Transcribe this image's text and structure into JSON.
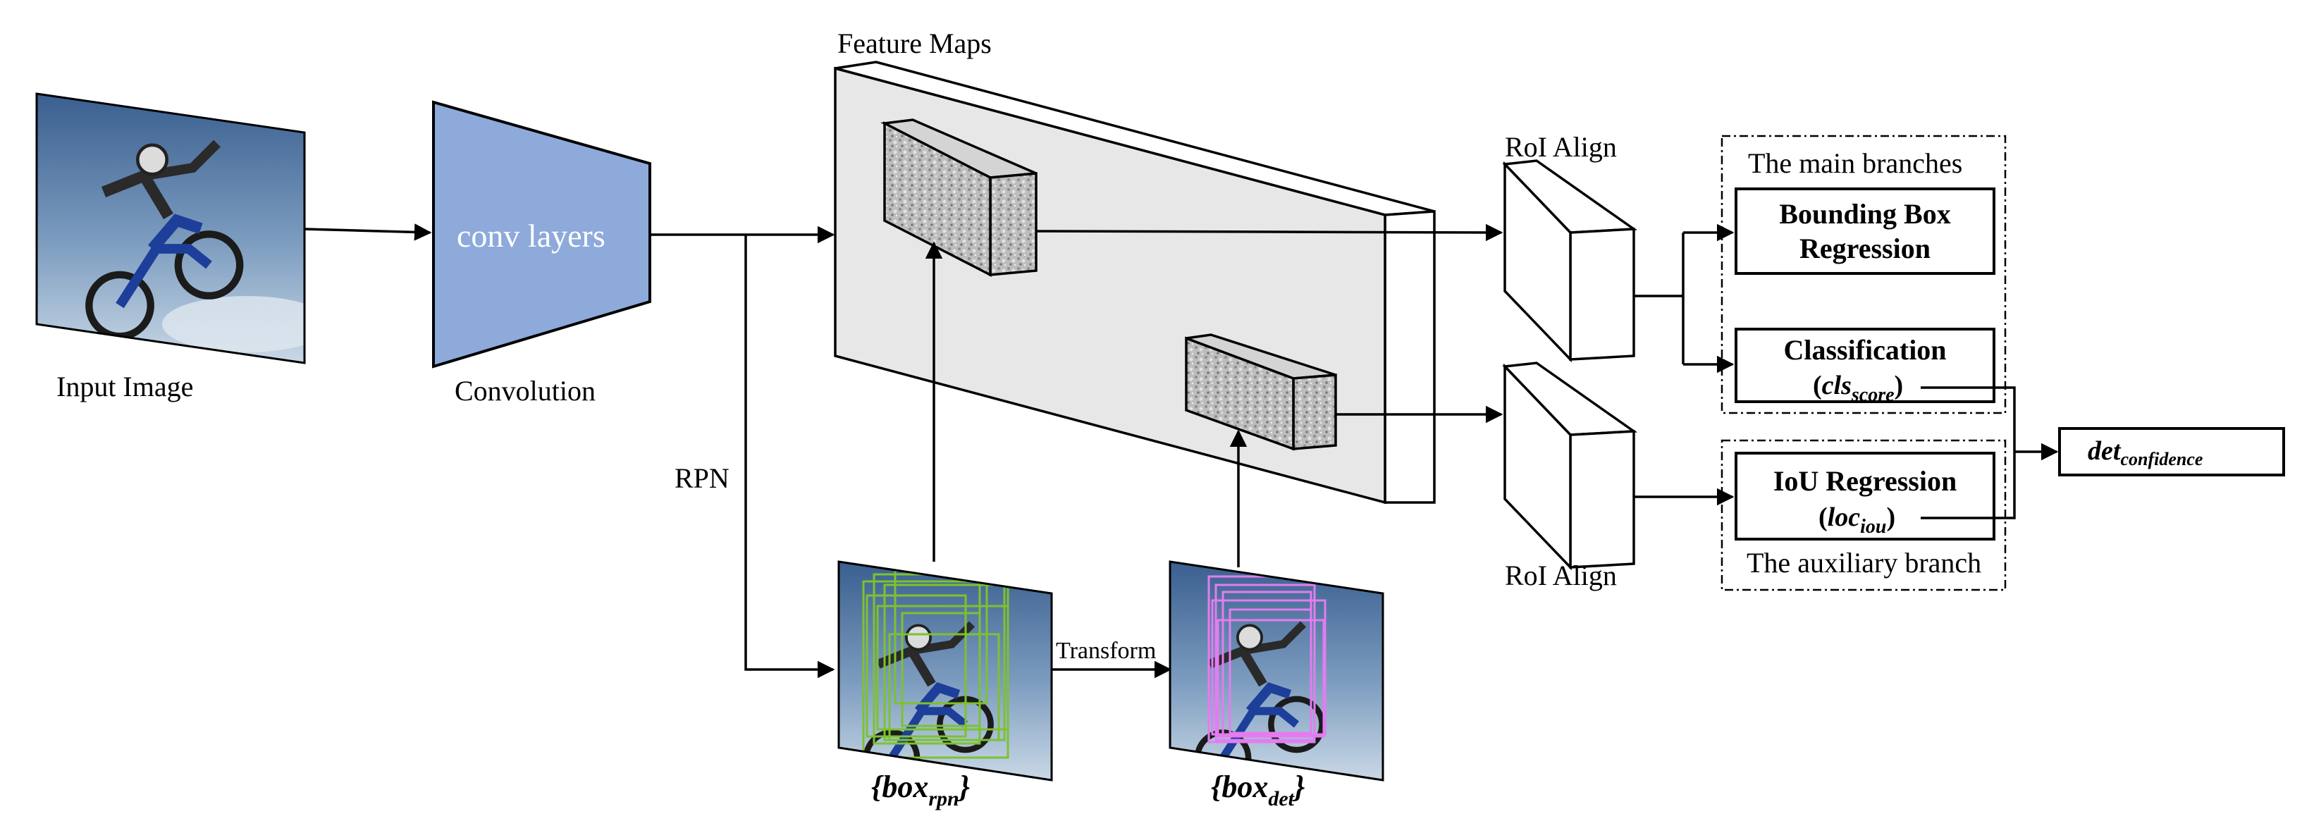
{
  "labels": {
    "input_image": "Input Image",
    "conv_layers": "conv layers",
    "convolution": "Convolution",
    "feature_maps": "Feature Maps",
    "rpn": "RPN",
    "transform": "Transform",
    "roi_align_top": "RoI Align",
    "roi_align_bottom": "RoI Align",
    "main_branches": "The main branches",
    "auxiliary_branch": "The auxiliary branch",
    "bbox_regression_line1": "Bounding Box",
    "bbox_regression_line2": "Regression",
    "classification": "Classification",
    "cls_base": "cls",
    "cls_sub": "score",
    "iou_regression": "IoU Regression",
    "loc_base": "loc",
    "loc_sub": "iou",
    "box_base": "box",
    "box_rpn_sub": "rpn",
    "box_det_sub": "det",
    "det_base": "det",
    "det_sub": "confidence"
  },
  "colors": {
    "conv_fill": "#8eaadb",
    "feature_map_fill": "#e7e7e7",
    "rpn_boxes": "#7dc22e",
    "det_boxes": "#e47cf0",
    "sky_top": "#3a5f8f",
    "sky_bottom": "#c9d8e6"
  },
  "icons": {
    "input_photo": "motocross-photo",
    "feature_block": "textured-cuboid"
  }
}
